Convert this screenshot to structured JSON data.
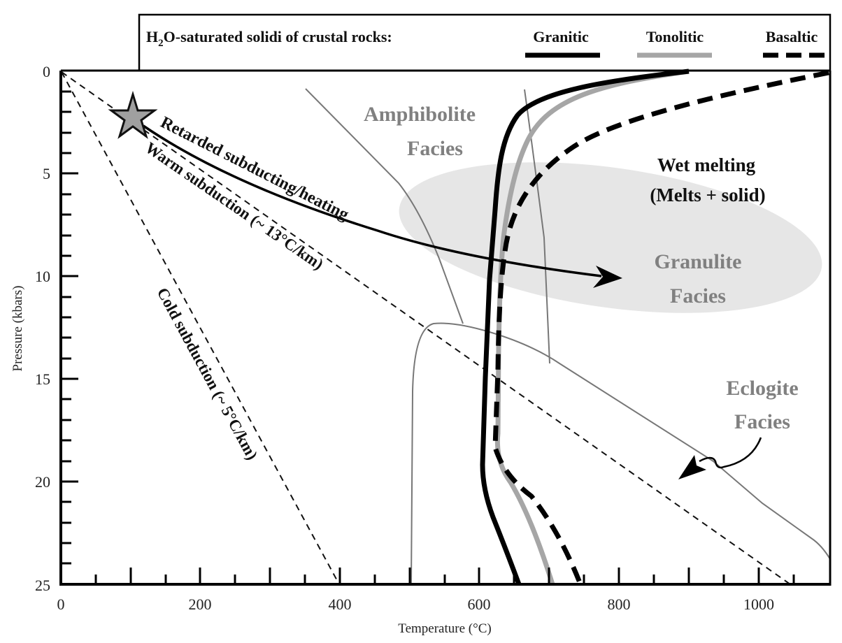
{
  "legend": {
    "title_prefix": "H",
    "title_sub": "2",
    "title_rest": "O-saturated solidi of crustal rocks:",
    "items": [
      {
        "label": "Granitic",
        "style": "solid",
        "color": "#000000"
      },
      {
        "label": "Tonolitic",
        "style": "solid",
        "color": "#a6a6a6"
      },
      {
        "label": "Basaltic",
        "style": "dashed",
        "color": "#000000"
      }
    ]
  },
  "axes": {
    "x_title": "Temperature (°C)",
    "y_title": "Pressure (kbars)",
    "x_ticks": [
      "0",
      "200",
      "400",
      "600",
      "800",
      "1000"
    ],
    "y_ticks": [
      "0",
      "5",
      "10",
      "15",
      "20",
      "25"
    ]
  },
  "labels": {
    "amphibolite_1": "Amphibolite",
    "amphibolite_2": "Facies",
    "granulite_1": "Granulite",
    "granulite_2": "Facies",
    "eclogite_1": "Eclogite",
    "eclogite_2": "Facies",
    "wet_melting_1": "Wet melting",
    "wet_melting_2": "(Melts + solid)",
    "retarded": "Retarded subducting/heating",
    "warm": "Warm subduction (~ 13°C/km)",
    "cold": "Cold subduction (~ 5°C/km)"
  },
  "colors": {
    "granitic": "#000000",
    "tonolitic": "#a6a6a6",
    "basaltic": "#000000",
    "facies_text": "#808080",
    "facies_boundary": "#777777",
    "granulite_fill": "#e6e6e6",
    "star_fill": "#a0a0a0"
  },
  "chart_data": {
    "type": "line",
    "title": "H2O-saturated solidi of crustal rocks: Granitic, Tonolitic, Basaltic",
    "xlabel": "Temperature (°C)",
    "ylabel": "Pressure (kbars)",
    "xlim": [
      0,
      1100
    ],
    "ylim": [
      25,
      0
    ],
    "y_inverted": true,
    "grid": false,
    "legend_position": "top (box above plot)",
    "series": [
      {
        "name": "Granitic solidus",
        "style": "solid black thick",
        "points": [
          [
            900,
            0
          ],
          [
            785,
            0.5
          ],
          [
            645,
            3
          ],
          [
            630,
            5.5
          ],
          [
            615,
            10
          ],
          [
            608,
            15
          ],
          [
            605,
            19.7
          ],
          [
            625,
            22.4
          ],
          [
            657,
            25
          ]
        ]
      },
      {
        "name": "Tonolitic solidus",
        "style": "solid gray thick",
        "points": [
          [
            905,
            0
          ],
          [
            755,
            1
          ],
          [
            665,
            5.9
          ],
          [
            632,
            10
          ],
          [
            628,
            14.6
          ],
          [
            622,
            19.3
          ],
          [
            660,
            20.7
          ],
          [
            705,
            25
          ]
        ]
      },
      {
        "name": "Basaltic solidus",
        "style": "dashed black thick",
        "points": [
          [
            1100,
            0
          ],
          [
            915,
            1.3
          ],
          [
            755,
            3.4
          ],
          [
            675,
            5.4
          ],
          [
            640,
            7.8
          ],
          [
            628,
            10.8
          ],
          [
            622,
            15.3
          ],
          [
            625,
            18.3
          ],
          [
            675,
            20.4
          ],
          [
            745,
            25
          ]
        ]
      },
      {
        "name": "Warm subduction (~13°C/km)",
        "style": "dashed thin",
        "points": [
          [
            0,
            0
          ],
          [
            1045,
            25
          ]
        ]
      },
      {
        "name": "Cold subduction (~5°C/km)",
        "style": "dashed thin",
        "points": [
          [
            0,
            0
          ],
          [
            399,
            25
          ]
        ]
      },
      {
        "name": "Retarded subducting/heating path",
        "style": "solid arrow",
        "points": [
          [
            103,
            2.3
          ],
          [
            300,
            5.5
          ],
          [
            560,
            8.5
          ],
          [
            800,
            10.1
          ]
        ]
      }
    ],
    "markers": [
      {
        "name": "star (starting point)",
        "x": 103,
        "y": 2.3
      }
    ],
    "regions": [
      {
        "name": "Amphibolite Facies",
        "label_at": [
          520,
          3.5
        ]
      },
      {
        "name": "Granulite Facies",
        "label_at": [
          875,
          10.5
        ],
        "shaded": true
      },
      {
        "name": "Eclogite Facies",
        "label_at": [
          960,
          17
        ]
      },
      {
        "name": "Wet melting (Melts + solid)",
        "label_at": [
          925,
          6
        ]
      }
    ],
    "annotations": [
      "Retarded subducting/heating",
      "Warm subduction (~ 13°C/km)",
      "Cold subduction (~ 5°C/km)"
    ]
  }
}
